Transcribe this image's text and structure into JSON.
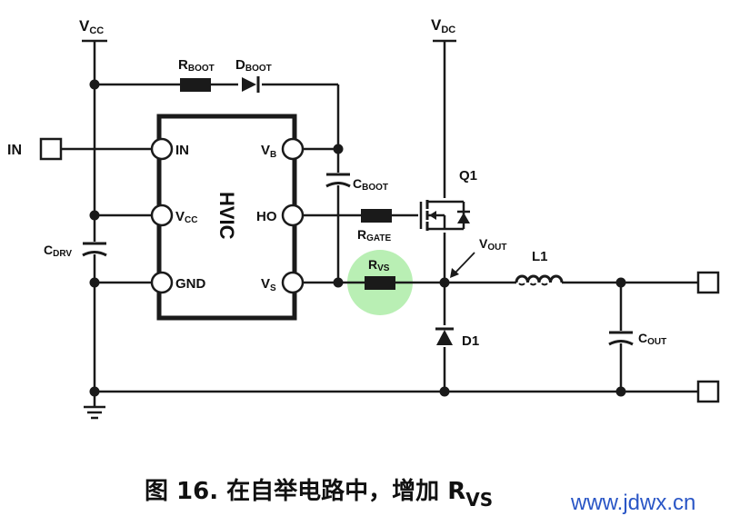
{
  "labels": {
    "vcc": {
      "main": "V",
      "sub": "CC"
    },
    "vdc": {
      "main": "V",
      "sub": "DC"
    },
    "rboot": {
      "main": "R",
      "sub": "BOOT"
    },
    "dboot": {
      "main": "D",
      "sub": "BOOT"
    },
    "in_terminal": "IN",
    "ic_name": "HVIC",
    "pin_in": "IN",
    "pin_vcc": {
      "main": "V",
      "sub": "CC"
    },
    "pin_gnd": "GND",
    "pin_vb": {
      "main": "V",
      "sub": "B"
    },
    "pin_ho": "HO",
    "pin_vs": {
      "main": "V",
      "sub": "S"
    },
    "cboot": {
      "main": "C",
      "sub": "BOOT"
    },
    "q1": "Q1",
    "rgate": {
      "main": "R",
      "sub": "GATE"
    },
    "vout": {
      "main": "V",
      "sub": "OUT"
    },
    "l1": "L1",
    "cdrv": {
      "main": "C",
      "sub": "DRV"
    },
    "rvs": {
      "main": "R",
      "sub": "VS"
    },
    "d1": "D1",
    "cout": {
      "main": "C",
      "sub": "OUT"
    }
  },
  "caption": {
    "text": "图 16. 在自举电路中，增加 R",
    "sub": "VS"
  },
  "watermark": "www.jdwx.cn",
  "colors": {
    "wire": "#1a1a1a",
    "highlight": "#b9efb4",
    "watermark": "#2a56c6"
  }
}
